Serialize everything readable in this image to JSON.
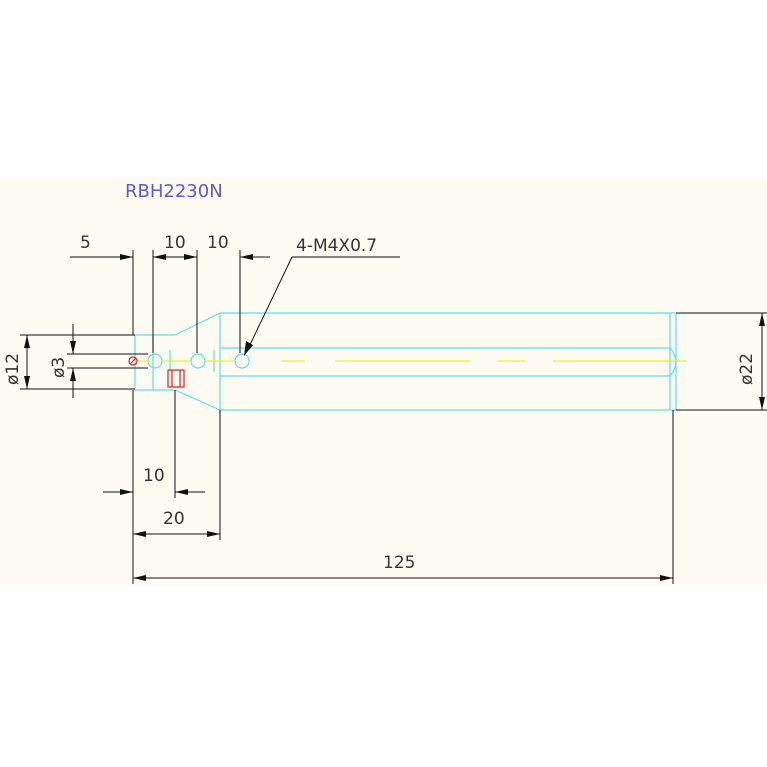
{
  "title": "RBH2230N",
  "colors": {
    "title": "#5a5ad8",
    "outline": "#5ee0e6",
    "centerline": "#ecec3a",
    "highlight": "#e02020",
    "dimension": "#111111",
    "background_band": "#fefbf3"
  },
  "dimensions": {
    "top_5": "5",
    "top_10_a": "10",
    "top_10_b": "10",
    "thread_callout": "4-M4X0.7",
    "dia_12": "ø12",
    "dia_3": "ø3",
    "dia_22": "ø22",
    "bottom_10": "10",
    "bottom_20": "20",
    "overall_125": "125"
  }
}
